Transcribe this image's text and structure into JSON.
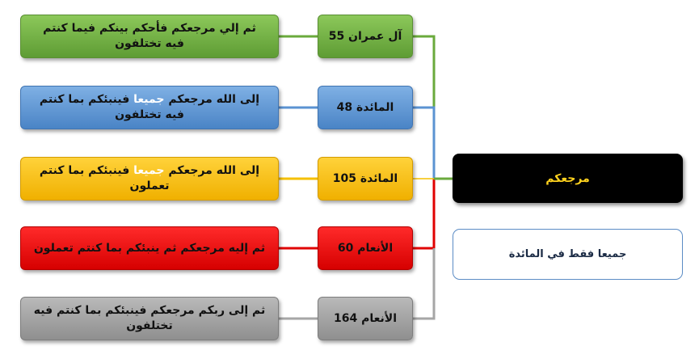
{
  "rows": [
    {
      "reference": "آل عمران 55",
      "quote_before": "ثم إلي مرجعكم فأحكم بينكم فيما كنتم فيه تختلفون",
      "quote_highlight": "",
      "quote_after": "",
      "color": "#6aaa3c"
    },
    {
      "reference": "المائدة 48",
      "quote_before": "إلى الله مرجعكم ",
      "quote_highlight": "جميعا",
      "quote_after": " فينبئكم بما كنتم فيه تختلفون",
      "color": "#5b93d2"
    },
    {
      "reference": "المائدة 105",
      "quote_before": "إلى الله مرجعكم ",
      "quote_highlight": "جميعا",
      "quote_after": " فينبئكم بما كنتم تعملون",
      "color": "#f5c000"
    },
    {
      "reference": "الأنعام 60",
      "quote_before": "ثم إليه مرجعكم ثم ينبئكم بما كنتم تعملون",
      "quote_highlight": "",
      "quote_after": "",
      "color": "#e00000"
    },
    {
      "reference": "الأنعام 164",
      "quote_before": "ثم إلى ربكم مرجعكم فينبئكم بما كنتم فيه تختلفون",
      "quote_highlight": "",
      "quote_after": "",
      "color": "#a6a6a6"
    }
  ],
  "main_box": {
    "label": "مرجعكم",
    "text_color": "#ffd21e",
    "background": "#000000"
  },
  "note_box": {
    "label": "جميعا فقط في المائدة",
    "border_color": "#5b8cc5"
  }
}
